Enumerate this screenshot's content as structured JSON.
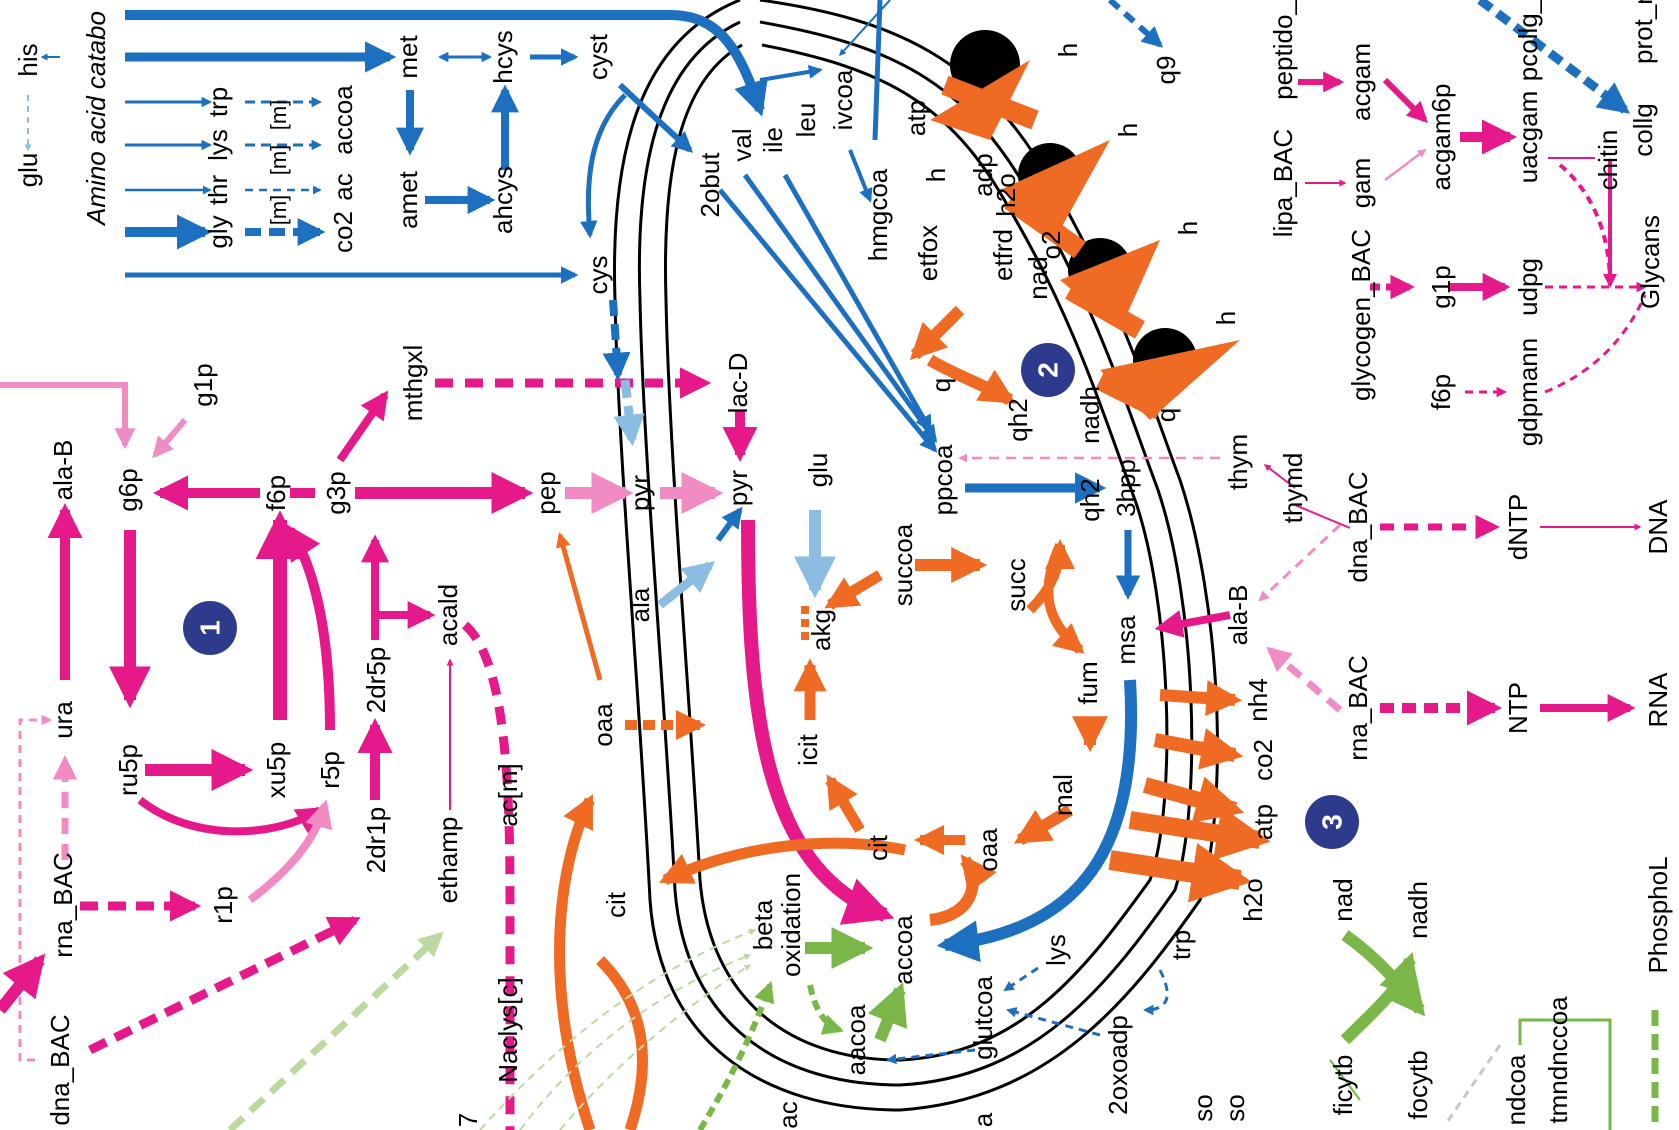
{
  "colors": {
    "carbohydrate": "#e6198a",
    "carbohydrate_light": "#f08cc3",
    "amino_acid": "#1d6fbf",
    "amino_acid_light": "#8bbde3",
    "energy": "#ef6b23",
    "lipid": "#7ab648",
    "lipid_light": "#bcd9a2",
    "membrane": "#000000",
    "marker": "#2e3a8c"
  },
  "section_labels": {
    "amino_acid_catabolism": "Amino acid catabo"
  },
  "metabolites": [
    "his",
    "glu",
    "gly",
    "thr",
    "lys",
    "trp",
    "co2",
    "ac",
    "accoa",
    "[m]",
    "[m]",
    "[m]",
    "met",
    "amet",
    "ahcys",
    "hcys",
    "cyst",
    "cys",
    "2obut",
    "val",
    "ile",
    "leu",
    "ivcoa",
    "hmgcoa",
    "ala-B",
    "g6p",
    "g1p",
    "f6p",
    "g3p",
    "mthgxl",
    "pep",
    "pyr",
    "lac-D",
    "pyr",
    "ru5p",
    "xu5p",
    "r5p",
    "2dr5p",
    "acald",
    "ura",
    "rna_BAC",
    "r1p",
    "2dr1p",
    "ethamp",
    "dna_BAC",
    "Naclys[c]",
    "ac[m]",
    "oaa",
    "cit",
    "ala",
    "glu",
    "akg",
    "icit",
    "cit",
    "oaa",
    "accoa",
    "succoa",
    "succ",
    "fum",
    "mal",
    "ppcoa",
    "3hpp",
    "msa",
    "qh2",
    "glutcoa",
    "lys",
    "2oxoadp",
    "trp",
    "aacoa",
    "beta",
    "oxidation",
    "etfox",
    "etfrd",
    "q",
    "qh2",
    "nad",
    "nadh",
    "o2",
    "h2o",
    "adp",
    "atp",
    "h",
    "h",
    "h",
    "h",
    "h",
    "q",
    "thym",
    "thymd",
    "dna_BAC",
    "ala-B",
    "rna_BAC",
    "nh4",
    "co2",
    "atp",
    "h2o",
    "q9",
    "lipa_BAC",
    "peptido_",
    "acgam",
    "gam",
    "acgam6p",
    "uacgam",
    "pcollg_",
    "collg",
    "prot_r",
    "chitin",
    "Glycans",
    "glycogen_BAC",
    "g1p",
    "udpg",
    "f6p",
    "gdpmann",
    "dNTP",
    "DNA",
    "NTP",
    "RNA",
    "PhosphoL",
    "nad",
    "nadh",
    "ficytb",
    "focytb",
    "tmndnccoa",
    "ndcoa"
  ],
  "markers": [
    "1",
    "2",
    "3"
  ],
  "partial_labels": [
    "7",
    "ac",
    "a",
    "so",
    "so"
  ]
}
